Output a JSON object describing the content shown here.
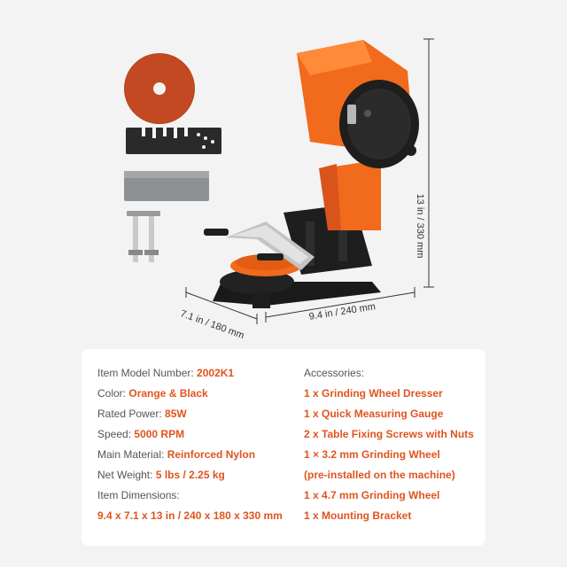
{
  "dimensions": {
    "height_label": "13 in / 330 mm",
    "width_label": "9.4 in / 240 mm",
    "depth_label": "7.1 in / 180 mm"
  },
  "specs": {
    "model_label": "Item Model Number:",
    "model_value": "2002K1",
    "color_label": "Color:",
    "color_value": "Orange & Black",
    "power_label": "Rated Power:",
    "power_value": "85W",
    "speed_label": "Speed:",
    "speed_value": "5000 RPM",
    "material_label": "Main Material:",
    "material_value": "Reinforced Nylon",
    "weight_label": "Net Weight:",
    "weight_value": "5 lbs / 2.25 kg",
    "dimensions_label": "Item Dimensions:",
    "dimensions_value": "9.4 x 7.1 x 13 in / 240 x 180 x 330 mm"
  },
  "accessories": {
    "title": "Accessories:",
    "items": [
      "1 x Grinding Wheel Dresser",
      "1 x Quick Measuring Gauge",
      "2 x Table Fixing Screws with Nuts",
      "1 × 3.2 mm Grinding Wheel",
      "(pre-installed on the machine)",
      "1 x 4.7 mm Grinding Wheel",
      "1 x Mounting Bracket"
    ]
  },
  "colors": {
    "accent": "#e0541f",
    "machine_orange": "#f26a1b",
    "machine_black": "#1e1e1e",
    "background": "#f3f3f3"
  }
}
